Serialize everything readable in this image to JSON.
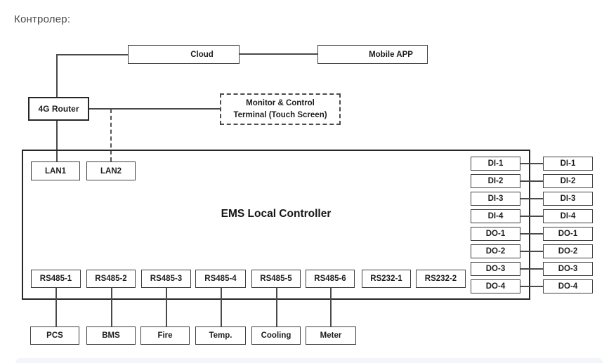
{
  "title": "Контролер:",
  "colors": {
    "line": "#4a4a4a",
    "box_border": "#3f3f3f",
    "strong_border": "#262626",
    "text": "#1d1d1d",
    "title_text": "#474747",
    "footer_band": "#f2f5f9"
  },
  "diagram": {
    "cloud": "Cloud",
    "mobile_app": "Mobile APP",
    "router": "4G Router",
    "monitor": {
      "line1": "Monitor & Control",
      "line2": "Terminal (Touch Screen)"
    },
    "controller": "EMS Local Controller",
    "lan_ports": [
      "LAN1",
      "LAN2"
    ],
    "serial_ports": [
      "RS485-1",
      "RS485-2",
      "RS485-3",
      "RS485-4",
      "RS485-5",
      "RS485-6",
      "RS232-1",
      "RS232-2"
    ],
    "devices": [
      "PCS",
      "BMS",
      "Fire",
      "Temp.",
      "Cooling",
      "Meter"
    ],
    "io_ports": [
      "DI-1",
      "DI-2",
      "DI-3",
      "DI-4",
      "DO-1",
      "DO-2",
      "DO-3",
      "DO-4"
    ],
    "io_modules": [
      "DI-1",
      "DI-2",
      "DI-3",
      "DI-4",
      "DO-1",
      "DO-2",
      "DO-3",
      "DO-4"
    ]
  }
}
